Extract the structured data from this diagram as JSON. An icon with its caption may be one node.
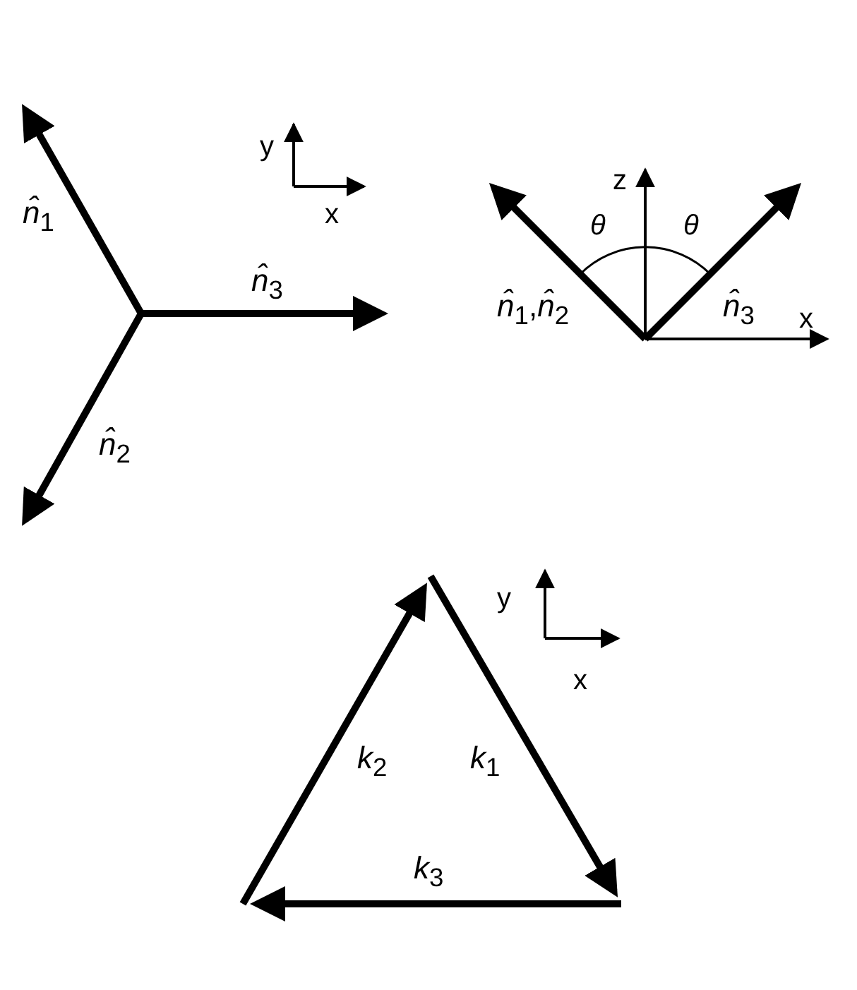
{
  "diagram": {
    "labels": [
      "*n̂*$_{1}$",
      "y",
      "x",
      "z",
      "*θ*",
      "*θ*",
      "*n̂*$_{3}$",
      "*n̂*$_{1}$,*n̂*$_{2}$",
      "*n̂*$_{3}$",
      "x",
      "*n̂*$_{2}$",
      "y",
      "x",
      "*k*$_{2}$",
      "*k*$_{1}$",
      "*k*$_{3}$"
    ]
  }
}
